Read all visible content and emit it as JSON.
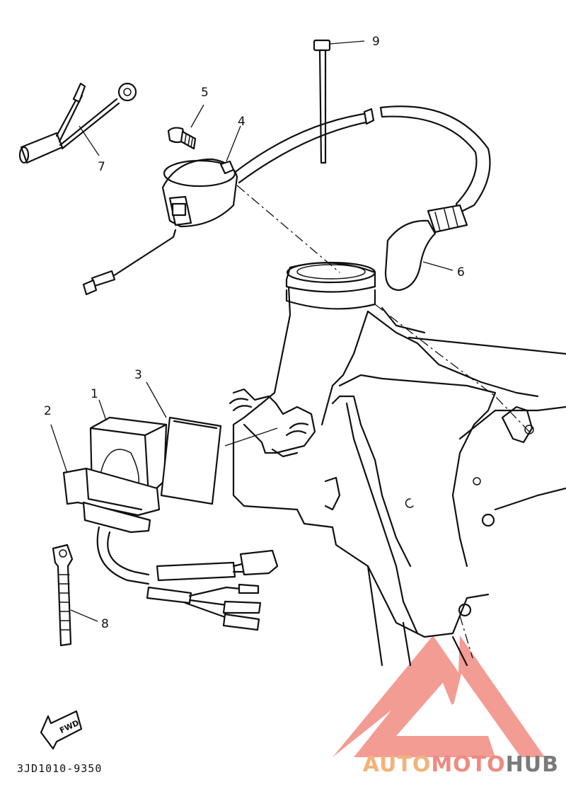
{
  "callouts": [
    {
      "id": "1",
      "label": "1"
    },
    {
      "id": "2",
      "label": "2"
    },
    {
      "id": "3",
      "label": "3"
    },
    {
      "id": "4",
      "label": "4"
    },
    {
      "id": "5",
      "label": "5"
    },
    {
      "id": "6",
      "label": "6"
    },
    {
      "id": "7",
      "label": "7"
    },
    {
      "id": "8",
      "label": "8"
    },
    {
      "id": "9",
      "label": "9"
    }
  ],
  "fwd_label": "FWD",
  "diagram_code": "3JD1010-9350",
  "watermark": {
    "part1": "AUTO",
    "part2": "MOTO",
    "part3": "HUB",
    "colors": {
      "auto": "#f4b27a",
      "moto": "#f08a80",
      "hub": "#7a7a7a",
      "logo": "#f28b82"
    }
  }
}
